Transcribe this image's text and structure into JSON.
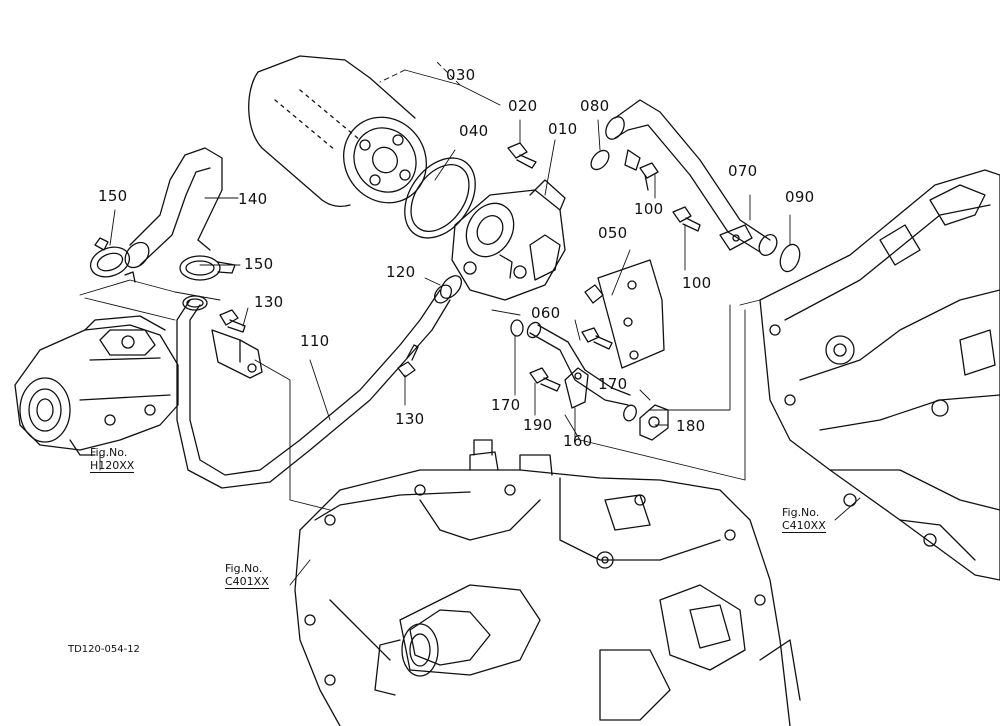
{
  "parts": {
    "p010": "010",
    "p020": "020",
    "p030": "030",
    "p040": "040",
    "p050": "050",
    "p060": "060",
    "p070": "070",
    "p080": "080",
    "p090": "090",
    "p100a": "100",
    "p100b": "100",
    "p110": "110",
    "p120": "120",
    "p130a": "130",
    "p130b": "130",
    "p140": "140",
    "p150a": "150",
    "p150b": "150",
    "p160": "160",
    "p170a": "170",
    "p170b": "170",
    "p180": "180",
    "p190": "190"
  },
  "figrefs": {
    "h120": {
      "label": "Fig.No.",
      "code": "H120XX"
    },
    "c401": {
      "label": "Fig.No.",
      "code": "C401XX"
    },
    "c410": {
      "label": "Fig.No.",
      "code": "C410XX"
    }
  },
  "document_id": "TD120-054-12",
  "colors": {
    "line": "#111111",
    "background": "#ffffff"
  }
}
